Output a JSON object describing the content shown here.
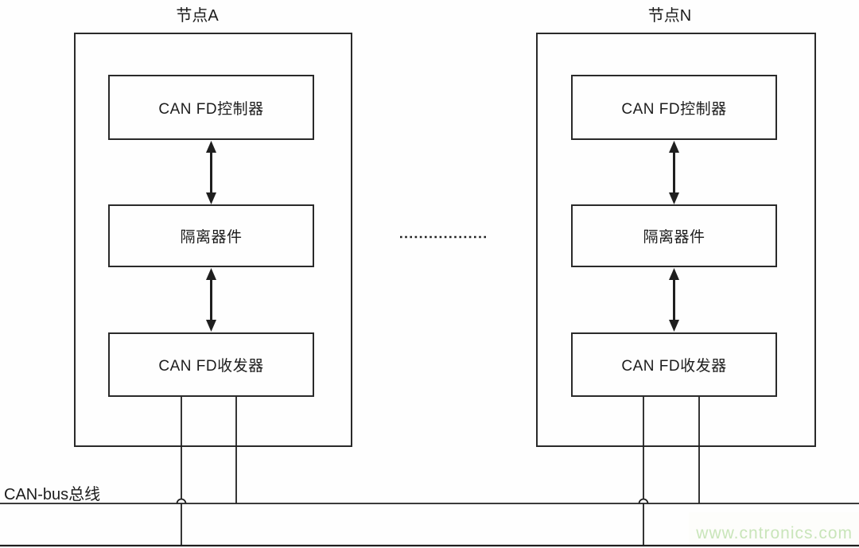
{
  "diagram": {
    "nodes": [
      {
        "title": "节点A",
        "controller": "CAN FD控制器",
        "isolator": "隔离器件",
        "transceiver": "CAN FD收发器"
      },
      {
        "title": "节点N",
        "controller": "CAN FD控制器",
        "isolator": "隔离器件",
        "transceiver": "CAN FD收发器"
      }
    ],
    "bus_label": "CAN-bus总线",
    "watermark": "www.cntronics.com",
    "colors": {
      "line": "#1f1f1f",
      "border": "#2a2a2a",
      "watermark_green": "#c9e5ba",
      "background": "#fefefe"
    }
  }
}
